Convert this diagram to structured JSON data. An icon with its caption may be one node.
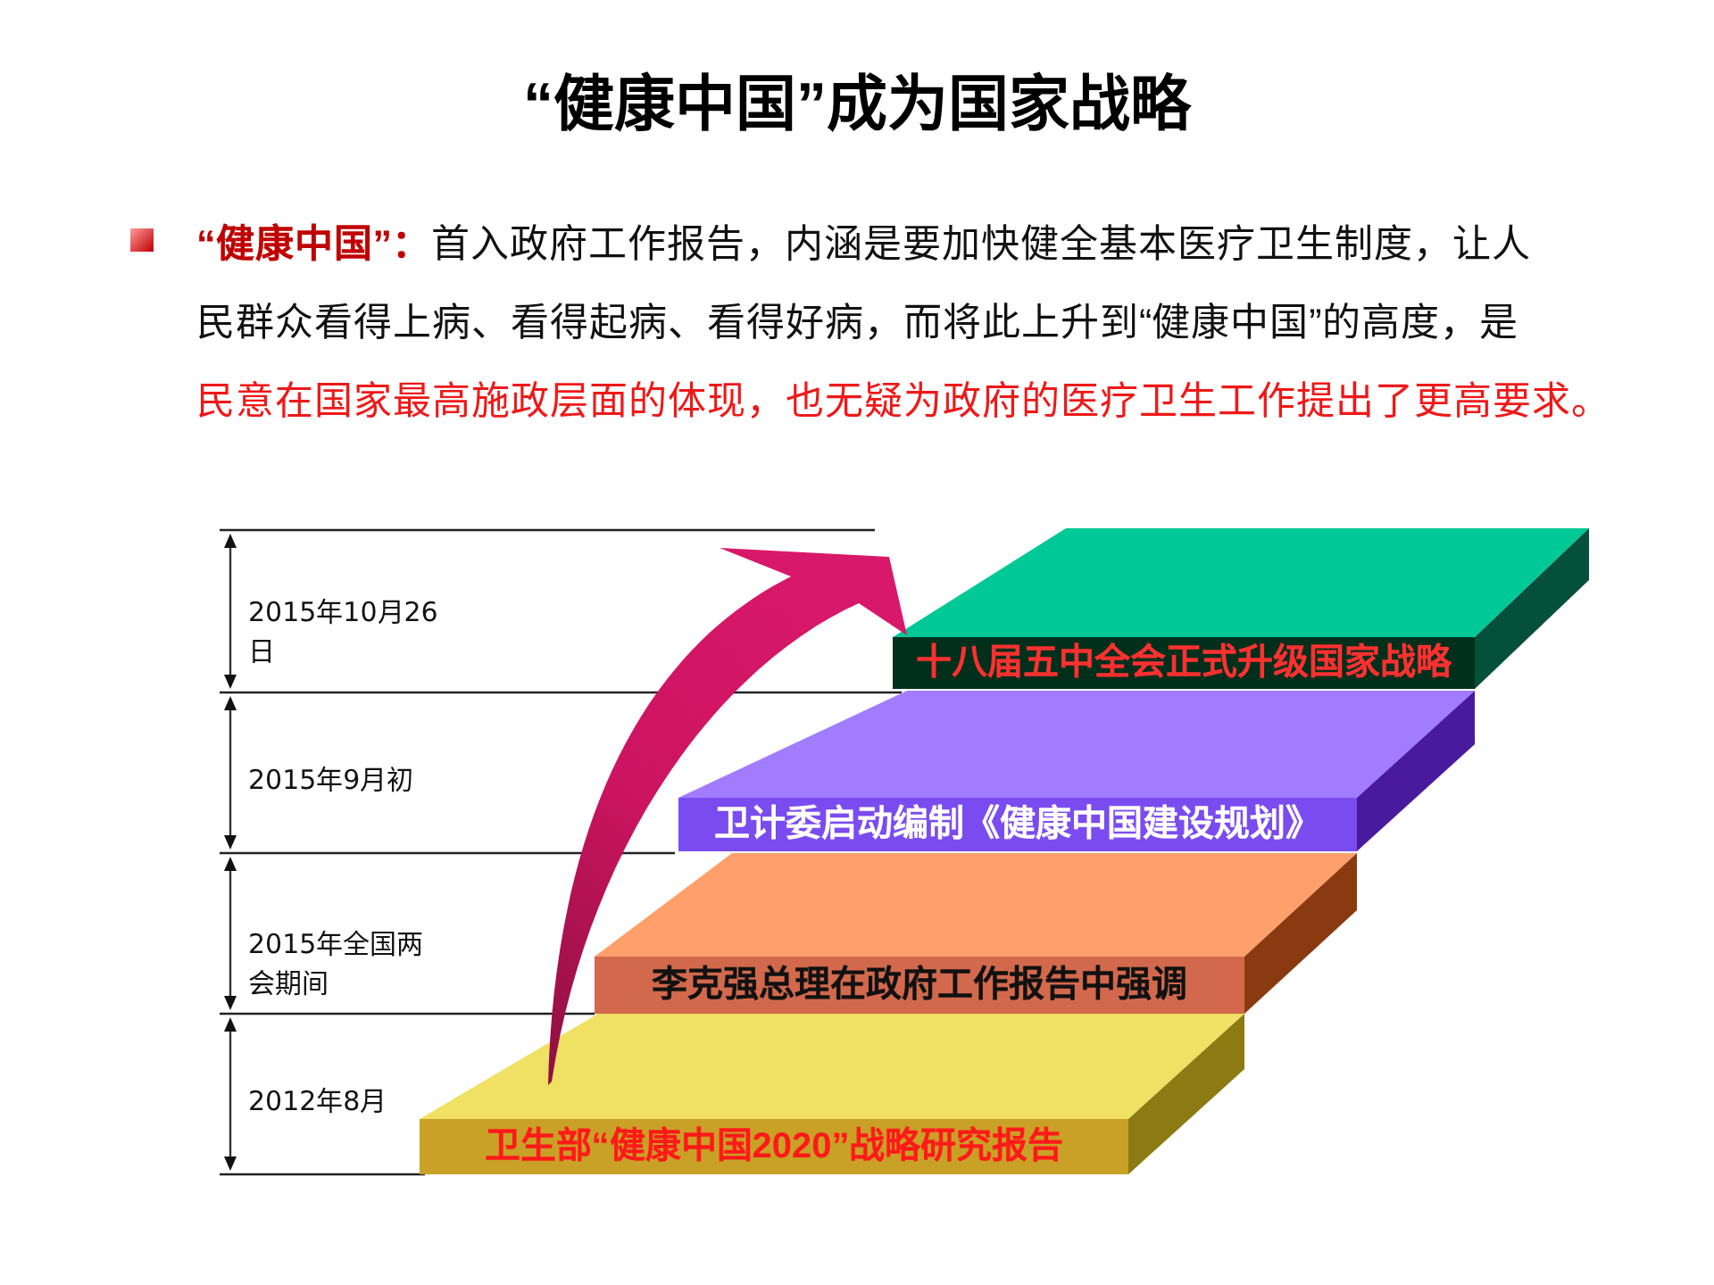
{
  "diagram": {
    "title": "“健康中国”成为国家战略",
    "nodes": [
      {
        "text": [
          "十八届五中全会正式升级国家战略"
        ]
      },
      {
        "text": [
          "卫计委启动编制《健康中国建设规划》"
        ]
      },
      {
        "text": [
          "李克强总理在政府工作报告中强调"
        ]
      },
      {
        "text": [
          "卫生部“健康中国2020”战略研究报告"
        ]
      }
    ],
    "labels": [
      "**“健康中国”：**首入政府工作报告，内涵是要加快健全基本医疗卫生制度，让人民群众看得上病、看得起病、看得好病，而将此上升到“健康中国”的高度，是",
      "民意在国家最高施政层面的体现，也无疑为政府的医疗卫生工作提出了更高要求。",
      "2015年10月26日",
      "2015年9月初",
      "2015年全国两会期间",
      "2012年8月"
    ]
  }
}
